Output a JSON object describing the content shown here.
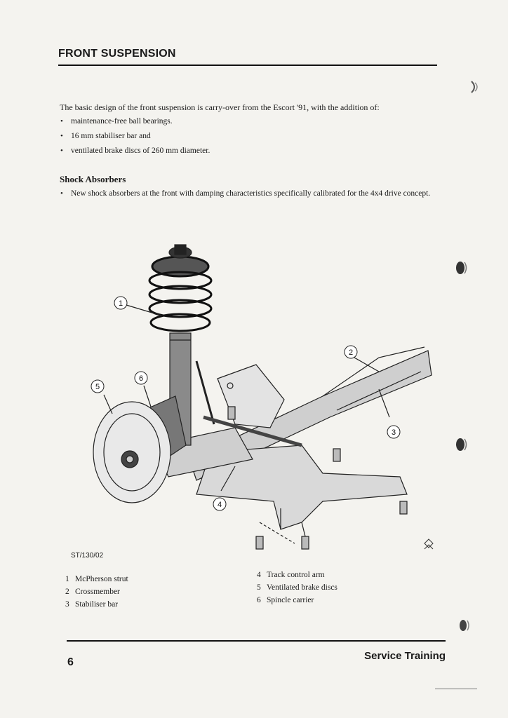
{
  "header": {
    "title": "FRONT SUSPENSION"
  },
  "intro": {
    "text": "The basic design of the front suspension is carry-over from the Escort '91, with the addition of:",
    "bullets": [
      "maintenance-free ball bearings.",
      "16 mm stabiliser bar and",
      "ventilated brake discs of 260 mm diameter."
    ]
  },
  "shock_absorbers": {
    "heading": "Shock Absorbers",
    "text": "New shock absorbers at the front with damping characteristics specifically calibrated for the 4x4 drive concept."
  },
  "figure": {
    "reference": "ST/130/02",
    "callouts": [
      "1",
      "2",
      "3",
      "4",
      "5",
      "6"
    ]
  },
  "legend": {
    "left": [
      {
        "num": "1",
        "label": "McPherson strut"
      },
      {
        "num": "2",
        "label": "Crossmember"
      },
      {
        "num": "3",
        "label": "Stabiliser bar"
      }
    ],
    "right": [
      {
        "num": "4",
        "label": "Track control arm"
      },
      {
        "num": "5",
        "label": "Ventilated brake discs"
      },
      {
        "num": "6",
        "label": "Spincle carrier"
      }
    ]
  },
  "footer": {
    "page_number": "6",
    "label": "Service Training"
  }
}
